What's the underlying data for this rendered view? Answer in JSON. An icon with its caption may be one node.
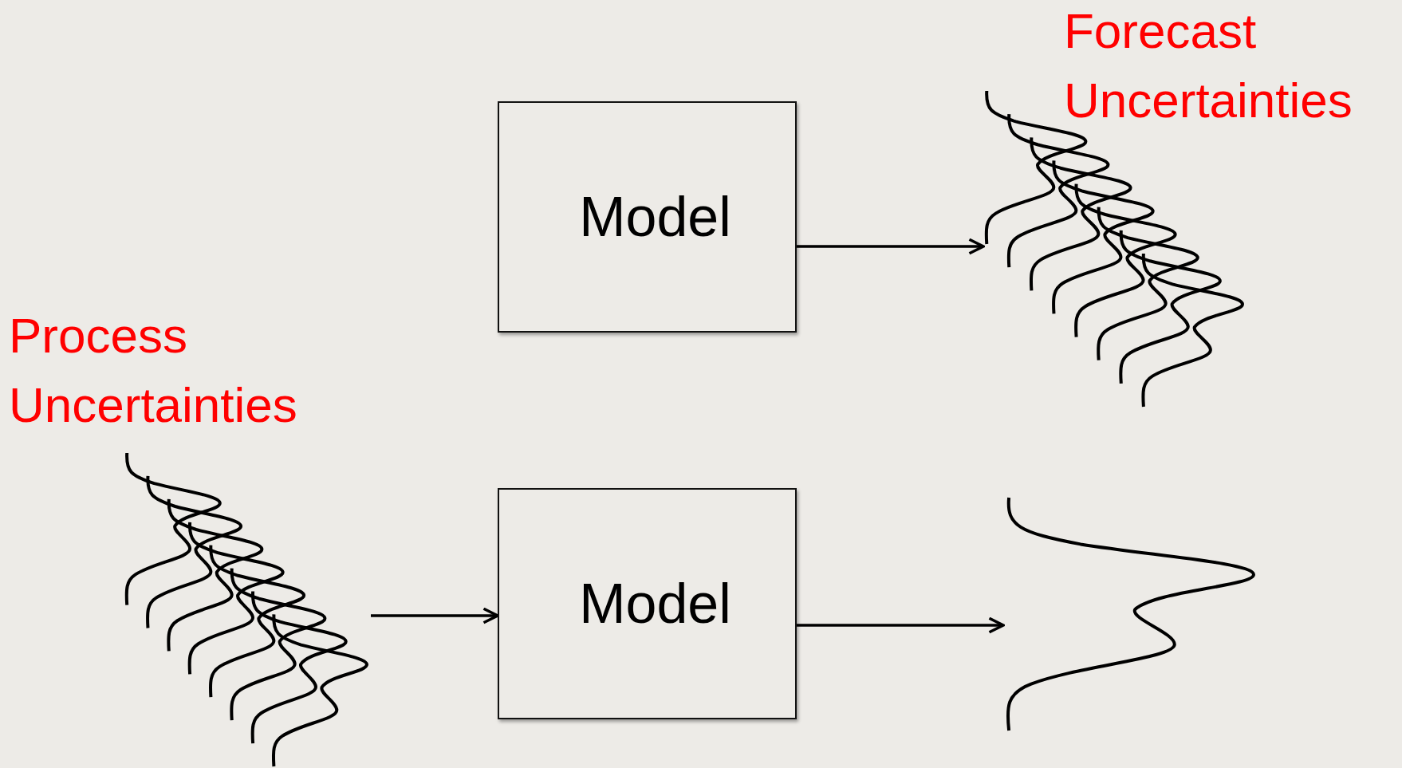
{
  "diagram": {
    "nodes": [
      {
        "text": [
          "Model"
        ]
      },
      {
        "text": [],
        "shape": "picture"
      },
      {
        "text": [],
        "shape": "picture"
      },
      {
        "text": [
          "Model"
        ]
      },
      {
        "text": [],
        "shape": "picture"
      }
    ],
    "edges": [
      {
        "from": 0,
        "to": 1,
        "arrow": "to"
      },
      {
        "from": 2,
        "to": 3,
        "arrow": "to"
      },
      {
        "from": 3,
        "to": 4,
        "arrow": "to"
      }
    ],
    "labels": [
      "Forecast Uncertainties",
      "Process Uncertainties"
    ]
  }
}
